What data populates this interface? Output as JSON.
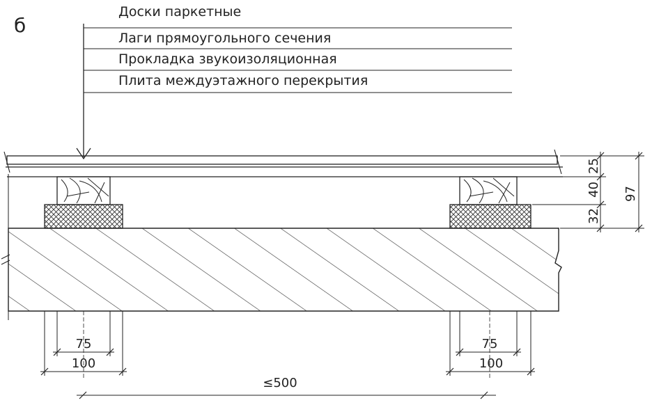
{
  "figure_letter": "б",
  "layers": [
    {
      "label": "Доски паркетные"
    },
    {
      "label": "Лаги прямоугольного сечения"
    },
    {
      "label": "Прокладка звукоизоляционная"
    },
    {
      "label": "Плита междуэтажного перекрытия"
    }
  ],
  "dimensions": {
    "board_thickness": "25",
    "joist_height": "40",
    "pad_height": "32",
    "total_height": "97",
    "joist_width": "75",
    "pad_width": "100",
    "spacing": "≤500"
  }
}
